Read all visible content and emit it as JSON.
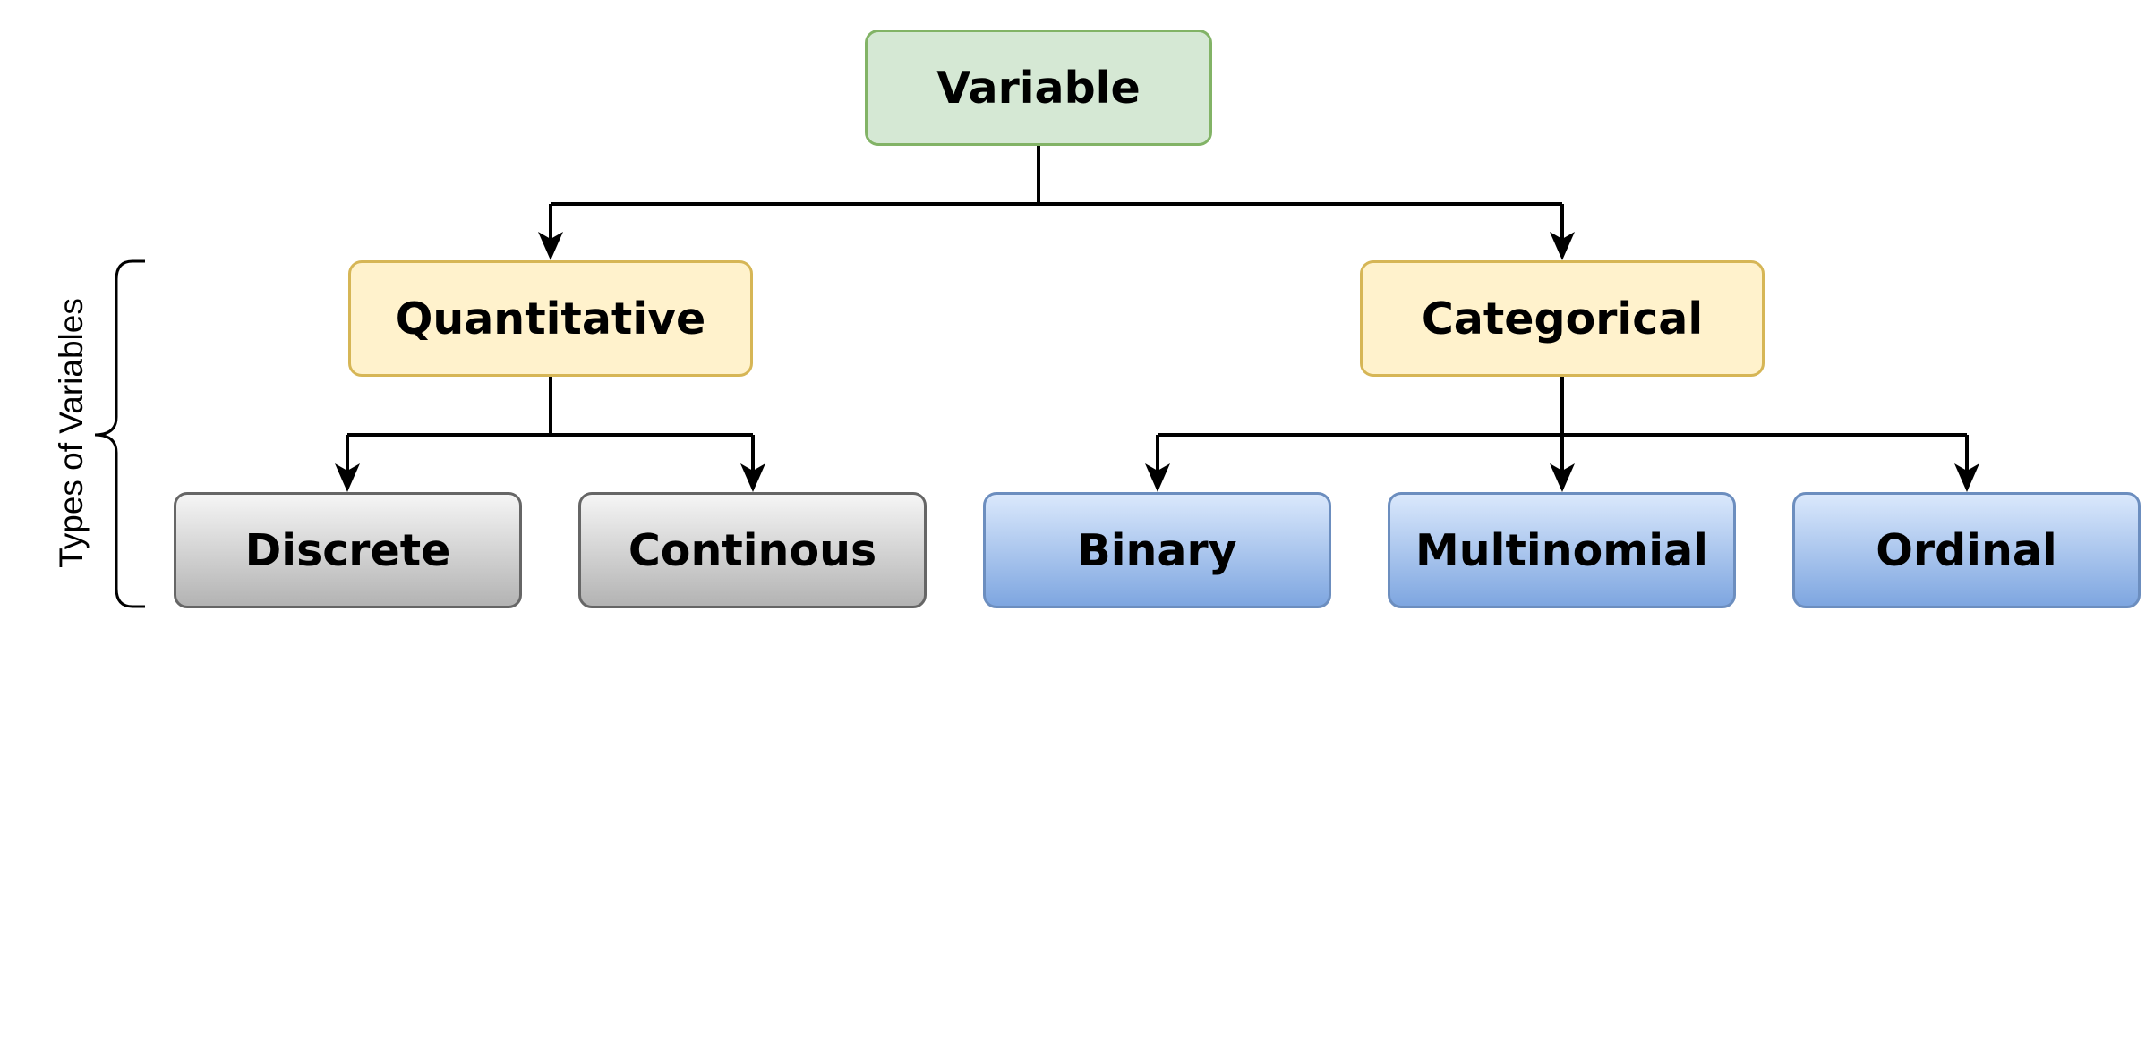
{
  "nodes": {
    "variable": "Variable",
    "quantitative": "Quantitative",
    "categorical": "Categorical",
    "discrete": "Discrete",
    "continous": "Continous",
    "binary": "Binary",
    "multinomial": "Multinomial",
    "ordinal": "Ordinal"
  },
  "brace_label": "Types of Variables",
  "colors": {
    "root_fill": "#d5e8d4",
    "root_border": "#82b366",
    "mid_fill": "#fff2cc",
    "mid_border": "#d6b656",
    "leaf_gray_fill": "#f5f5f5",
    "leaf_gray_border": "#666666",
    "leaf_blue_fill": "#dae8fc",
    "leaf_blue_border": "#6c8ebf",
    "connector": "#000000"
  }
}
